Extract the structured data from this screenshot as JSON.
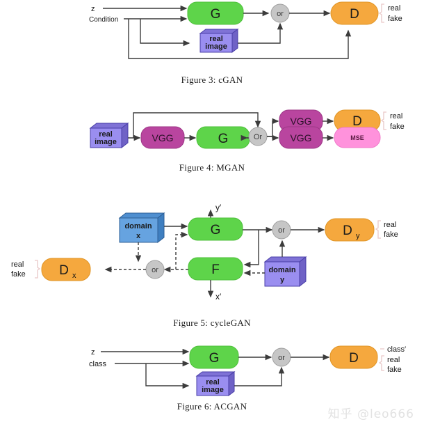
{
  "page": {
    "watermark": "知乎 @leo666",
    "colors": {
      "generator_green": "#5ed44a",
      "discriminator_orange": "#f5a83e",
      "vgg_magenta": "#b9459f",
      "mse_pink": "#ff92dc",
      "real_image_purple": "#9a8ef0",
      "domain_x_blue": "#66a3e0",
      "domain_y_purple": "#9a8ef0",
      "or_gray": "#c6c6c6",
      "line_gray": "#3c3c3c",
      "brace_pink": "#e9c8c8"
    }
  },
  "figures": [
    {
      "id": "fig3",
      "caption": "Figure 3:  cGAN",
      "inputs": [
        {
          "name": "noise-label",
          "text": "z"
        },
        {
          "name": "condition-label",
          "text": "Condition"
        }
      ],
      "nodes": [
        {
          "name": "generator-node",
          "text": "G",
          "shape": "rounded",
          "color": "#5ed44a"
        },
        {
          "name": "real-image-node",
          "line1": "real",
          "line2": "image",
          "shape": "cube3d",
          "color": "#9a8ef0"
        },
        {
          "name": "or-node",
          "text": "or",
          "shape": "circle",
          "color": "#c6c6c6"
        },
        {
          "name": "discriminator-node",
          "text": "D",
          "shape": "pill",
          "color": "#f5a83e"
        }
      ],
      "outputs": [
        {
          "name": "output-real-label",
          "text": "real"
        },
        {
          "name": "output-fake-label",
          "text": "fake"
        }
      ]
    },
    {
      "id": "fig4",
      "caption": "Figure 4:  MGAN",
      "nodes": [
        {
          "name": "real-image-node",
          "line1": "real",
          "line2": "image",
          "shape": "cube3d",
          "color": "#9a8ef0"
        },
        {
          "name": "vgg-encoder-node",
          "text": "VGG",
          "shape": "rounded",
          "color": "#b9459f"
        },
        {
          "name": "generator-node",
          "text": "G",
          "shape": "rounded",
          "color": "#5ed44a"
        },
        {
          "name": "or-node",
          "text": "Or",
          "shape": "circle",
          "color": "#c6c6c6"
        },
        {
          "name": "vgg-top-node",
          "text": "VGG",
          "shape": "rounded",
          "color": "#b9459f"
        },
        {
          "name": "vgg-bottom-node",
          "text": "VGG",
          "shape": "rounded",
          "color": "#b9459f"
        },
        {
          "name": "discriminator-node",
          "text": "D",
          "shape": "pill",
          "color": "#f5a83e"
        },
        {
          "name": "mse-node",
          "text": "MSE",
          "shape": "pill",
          "color": "#ff92dc"
        }
      ],
      "outputs": [
        {
          "name": "output-real-label",
          "text": "real"
        },
        {
          "name": "output-fake-label",
          "text": "fake"
        }
      ]
    },
    {
      "id": "fig5",
      "caption": "Figure 5:  cycleGAN",
      "nodes": [
        {
          "name": "domain-x-node",
          "line1": "domain",
          "line2": "x",
          "shape": "cube3d",
          "color": "#66a3e0"
        },
        {
          "name": "domain-y-node",
          "line1": "domain",
          "line2": "y",
          "shape": "cube3d",
          "color": "#9a8ef0"
        },
        {
          "name": "generator-g-node",
          "text": "G",
          "shape": "rounded",
          "color": "#5ed44a"
        },
        {
          "name": "generator-f-node",
          "text": "F",
          "shape": "rounded",
          "color": "#5ed44a"
        },
        {
          "name": "or-right-node",
          "text": "or",
          "shape": "circle",
          "color": "#c6c6c6"
        },
        {
          "name": "or-left-node",
          "text": "or",
          "shape": "circle",
          "color": "#c6c6c6"
        },
        {
          "name": "discriminator-y-node",
          "text": "D",
          "sub": "y",
          "shape": "pill",
          "color": "#f5a83e"
        },
        {
          "name": "discriminator-x-node",
          "text": "D",
          "sub": "x",
          "shape": "pill",
          "color": "#f5a83e"
        }
      ],
      "labels": [
        {
          "name": "y-prime-label",
          "text": "y′"
        },
        {
          "name": "x-prime-label",
          "text": "x′"
        }
      ],
      "outputs_right": [
        {
          "name": "output-real-label",
          "text": "real"
        },
        {
          "name": "output-fake-label",
          "text": "fake"
        }
      ],
      "outputs_left": [
        {
          "name": "output-real-label",
          "text": "real"
        },
        {
          "name": "output-fake-label",
          "text": "fake"
        }
      ]
    },
    {
      "id": "fig6",
      "caption": "Figure 6:  ACGAN",
      "inputs": [
        {
          "name": "noise-label",
          "text": "z"
        },
        {
          "name": "class-label",
          "text": "class"
        }
      ],
      "nodes": [
        {
          "name": "generator-node",
          "text": "G",
          "shape": "rounded",
          "color": "#5ed44a"
        },
        {
          "name": "real-image-node",
          "line1": "real",
          "line2": "image",
          "shape": "cube3d",
          "color": "#9a8ef0"
        },
        {
          "name": "or-node",
          "text": "or",
          "shape": "circle",
          "color": "#c6c6c6"
        },
        {
          "name": "discriminator-node",
          "text": "D",
          "shape": "pill",
          "color": "#f5a83e"
        }
      ],
      "outputs": [
        {
          "name": "output-class-label",
          "text": "class′"
        },
        {
          "name": "output-real-label",
          "text": "real"
        },
        {
          "name": "output-fake-label",
          "text": "fake"
        }
      ]
    }
  ]
}
